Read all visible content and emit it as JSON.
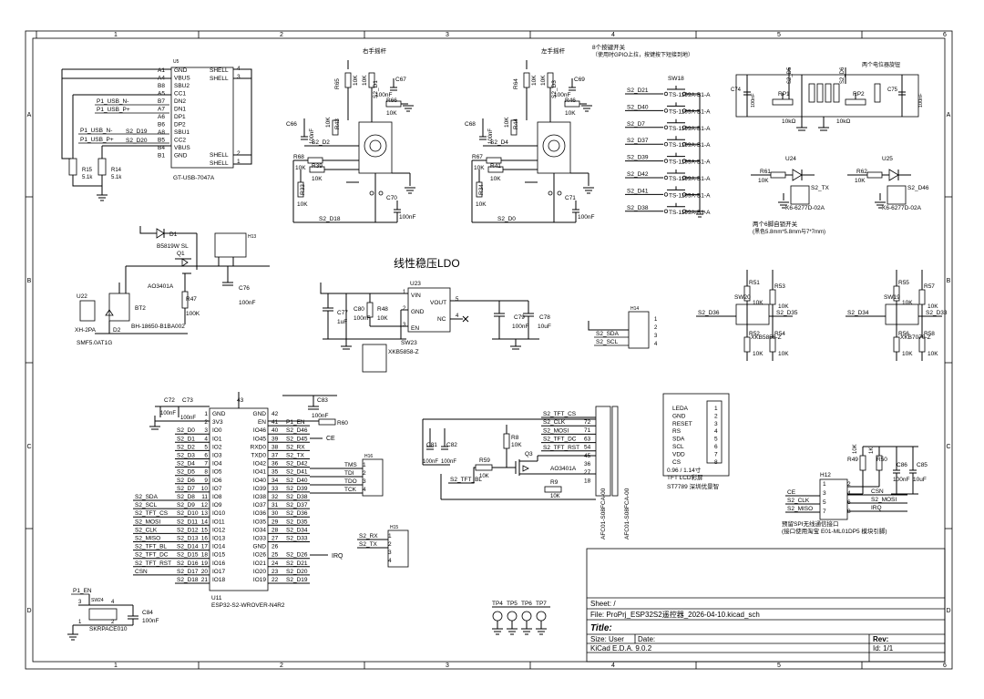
{
  "frame": {
    "col_labels": [
      "1",
      "2",
      "3",
      "4",
      "5",
      "6"
    ],
    "row_labels": [
      "A",
      "B",
      "C",
      "D"
    ]
  },
  "titleblock": {
    "sheet": "Sheet: /",
    "file": "File: ProPrj_ESP32S2遥控器_2026-04-10.kicad_sch",
    "title_label": "Title:",
    "size": "Size: User",
    "date": "Date:",
    "rev": "Rev:",
    "tool": "KiCad E.D.A. 9.0.2",
    "id": "Id: 1/1"
  },
  "usb": {
    "ref": "U5",
    "part": "GT-USB-7047A",
    "left_pins": [
      {
        "num": "A1",
        "name": "GND"
      },
      {
        "num": "A4",
        "name": "VBUS"
      },
      {
        "num": "B8",
        "name": "SBU2"
      },
      {
        "num": "A5",
        "name": "CC1"
      },
      {
        "num": "B7",
        "name": "DN2"
      },
      {
        "num": "A7",
        "name": "DN1"
      },
      {
        "num": "A6",
        "name": "DP1"
      },
      {
        "num": "B6",
        "name": "DP2"
      },
      {
        "num": "A8",
        "name": "SBU1"
      },
      {
        "num": "B5",
        "name": "CC2"
      },
      {
        "num": "B4",
        "name": "VBUS"
      },
      {
        "num": "B1",
        "name": "GND"
      }
    ],
    "right_pins": [
      {
        "num": "4",
        "name": "SHELL"
      },
      {
        "num": "3",
        "name": "SHELL"
      },
      {
        "num": "2",
        "name": "SHELL"
      },
      {
        "num": "1",
        "name": "SHELL"
      }
    ],
    "nets": [
      "P1_USB_N-",
      "P1_USB_P+",
      "P1_USB_N-",
      "P1_USB_P+",
      "S2_D19",
      "S2_D20"
    ],
    "r15": "R15",
    "r15_val": "5.1k",
    "r14": "R14",
    "r14_val": "5.1k"
  },
  "joysticks": [
    {
      "title": "右手摇杆",
      "c_a": "C67",
      "c_b": "C66",
      "c_sw": "C70",
      "r_a": "R65",
      "r_b": "R43",
      "r_c": "R66",
      "r_d": "R68",
      "r_e": "R39",
      "r_f": "R33",
      "net_x": "S2_D1",
      "net_y": "S2_D2",
      "net_sw": "S2_D18",
      "val_r": "10K",
      "val_c": "100nF"
    },
    {
      "title": "左手摇杆",
      "c_a": "C69",
      "c_b": "C68",
      "c_sw": "C71",
      "r_a": "R64",
      "r_b": "R44",
      "r_c": "R46",
      "r_d": "R67",
      "r_e": "R41",
      "r_f": "R34",
      "net_x": "S2_D3",
      "net_y": "S2_D4",
      "net_sw": "S2_D0",
      "val_r": "10K",
      "val_c": "100nF"
    }
  ],
  "buttons": {
    "title": "8个按键开关",
    "note": "（使用时GPIO上拉，按键按下短接到地）",
    "ref_top": "SW18",
    "part": "TS-1199A-B1-A",
    "nets": [
      "S2_D21",
      "S2_D40",
      "S2_D7",
      "S2_D37",
      "S2_D39",
      "S2_D42",
      "S2_D41",
      "S2_D38"
    ]
  },
  "pots": {
    "title": "两个电位器旋钮",
    "items": [
      {
        "ref": "RP1",
        "val": "10kΩ",
        "cap": "C74",
        "cap_val": "100nF",
        "net": "S2_D5"
      },
      {
        "ref": "RP2",
        "val": "10kΩ",
        "cap": "C75",
        "cap_val": "100nF",
        "net": "S2_D6"
      }
    ]
  },
  "toggles": {
    "title": "两个6脚自锁开关",
    "note": "(黑色5.8mm*5.8mm与7*7mm)",
    "items": [
      {
        "ref": "U24",
        "res": "R61",
        "val": "10K",
        "net": "S2_TX",
        "part": "K6-6277D-02A"
      },
      {
        "ref": "U25",
        "res": "R62",
        "val": "10K",
        "net": "S2_D46",
        "part": "K6-6277D-02A"
      }
    ]
  },
  "power": {
    "d1": "D1",
    "d1_part": "B5819W SL",
    "q1": "Q1",
    "q1_part": "AO3401A",
    "r47": "R47",
    "r47_val": "100K",
    "u22": "U22",
    "u22_part": "XH-2PA",
    "bt2": "BT2",
    "bt2_part": "BH-18650-B1BA002",
    "d2": "D2",
    "d2_part": "SMF5.0AT1G",
    "c76": "C76",
    "c76_val": "100nF",
    "h13": "H13"
  },
  "ldo": {
    "title": "线性稳压LDO",
    "ref": "U23",
    "pins": [
      "VIN",
      "GND",
      "EN",
      "VOUT",
      "NC"
    ],
    "pin_nums": [
      "1",
      "2",
      "3",
      "5",
      "4"
    ],
    "c77": "C77",
    "c77_val": "1uF",
    "c80": "C80",
    "c80_val": "100nF",
    "r48": "R48",
    "r48_val": "10K",
    "c79": "C79",
    "c79_val": "100nF",
    "c78": "C78",
    "c78_val": "10uF",
    "sw23": "SW23",
    "sw23_part": "XKB5858-Z"
  },
  "uart_header": {
    "ref": "H14",
    "nets": [
      "S2_SDA",
      "S2_SCL"
    ],
    "pins": [
      "1",
      "2",
      "3",
      "4"
    ]
  },
  "small_switches": [
    {
      "ref": "SW20",
      "part": "XKB5858-Z",
      "r_a": "R51",
      "r_b": "R53",
      "r_c": "R52",
      "r_d": "R54",
      "val": "10K",
      "nets": [
        "S2_D36",
        "S2_D35"
      ]
    },
    {
      "ref": "SW19",
      "part": "XKB7070-Z",
      "r_a": "R55",
      "r_b": "R57",
      "r_c": "R56",
      "r_d": "R58",
      "val": "10K",
      "nets": [
        "S2_D34",
        "S2_D33"
      ]
    }
  ],
  "mcu": {
    "ref": "U11",
    "part": "ESP32-S2-WROVER-N4R2",
    "left_pins": [
      {
        "num": "1",
        "name": "GND"
      },
      {
        "num": "2",
        "name": "3V3"
      },
      {
        "num": "3",
        "name": "IO0"
      },
      {
        "num": "4",
        "name": "IO1"
      },
      {
        "num": "5",
        "name": "IO2"
      },
      {
        "num": "6",
        "name": "IO3"
      },
      {
        "num": "7",
        "name": "IO4"
      },
      {
        "num": "8",
        "name": "IO5"
      },
      {
        "num": "9",
        "name": "IO6"
      },
      {
        "num": "10",
        "name": "IO7"
      },
      {
        "num": "11",
        "name": "IO8"
      },
      {
        "num": "12",
        "name": "IO9"
      },
      {
        "num": "13",
        "name": "IO10"
      },
      {
        "num": "14",
        "name": "IO11"
      },
      {
        "num": "15",
        "name": "IO12"
      },
      {
        "num": "16",
        "name": "IO13"
      },
      {
        "num": "17",
        "name": "IO14"
      },
      {
        "num": "18",
        "name": "IO15"
      },
      {
        "num": "19",
        "name": "IO16"
      },
      {
        "num": "20",
        "name": "IO17"
      },
      {
        "num": "21",
        "name": "IO18"
      }
    ],
    "right_pins": [
      {
        "num": "42",
        "name": "GND"
      },
      {
        "num": "41",
        "name": "EN"
      },
      {
        "num": "40",
        "name": "IO46"
      },
      {
        "num": "39",
        "name": "IO45"
      },
      {
        "num": "38",
        "name": "RXD0"
      },
      {
        "num": "37",
        "name": "TXD0"
      },
      {
        "num": "36",
        "name": "IO42"
      },
      {
        "num": "35",
        "name": "IO41"
      },
      {
        "num": "34",
        "name": "IO40"
      },
      {
        "num": "33",
        "name": "IO39"
      },
      {
        "num": "32",
        "name": "IO38"
      },
      {
        "num": "31",
        "name": "IO37"
      },
      {
        "num": "30",
        "name": "IO36"
      },
      {
        "num": "29",
        "name": "IO35"
      },
      {
        "num": "28",
        "name": "IO34"
      },
      {
        "num": "27",
        "name": "IO33"
      },
      {
        "num": "26",
        "name": "GND"
      },
      {
        "num": "25",
        "name": "IO26"
      },
      {
        "num": "24",
        "name": "IO21"
      },
      {
        "num": "23",
        "name": "IO20"
      },
      {
        "num": "22",
        "name": "IO19"
      }
    ],
    "left_nets": [
      "",
      "",
      "S2_D0",
      "S2_D1",
      "S2_D2",
      "S2_D3",
      "S2_D4",
      "S2_D5",
      "S2_D6",
      "S2_D7",
      "S2_D8",
      "S2_D9",
      "S2_D10",
      "S2_D11",
      "S2_D12",
      "S2_D13",
      "S2_D14",
      "S2_D15",
      "S2_D16",
      "S2_D17",
      "S2_D18"
    ],
    "right_nets": [
      "",
      "P1_EN",
      "S2_D46",
      "S2_D45",
      "S2_RX",
      "S2_TX",
      "S2_D42",
      "S2_D41",
      "S2_D40",
      "S2_D39",
      "S2_D38",
      "S2_D37",
      "S2_D36",
      "S2_D35",
      "S2_D34",
      "S2_D33",
      "",
      "S2_D26",
      "S2_D21",
      "S2_D20",
      "S2_D19"
    ],
    "func_nets": [
      "S2_SDA",
      "S2_SCL",
      "S2_TFT_CS",
      "S2_MOSI",
      "S2_CLK",
      "S2_MISO",
      "S2_TFT_BL",
      "S2_TFT_DC",
      "S2_TFT_RST",
      "CSN"
    ],
    "caps": {
      "c72": "C72",
      "c73": "C73",
      "c83": "C83",
      "r60": "R60",
      "val_c": "100nF",
      "val_r": "10K",
      "gnd_pin": "43"
    },
    "ce": "CE",
    "irq": "IRQ"
  },
  "jtag": {
    "ref": "H16",
    "nets": [
      "TMS",
      "TDI",
      "TDO",
      "TCK"
    ],
    "pins": [
      "1",
      "2",
      "3",
      "4"
    ]
  },
  "uart2": {
    "ref": "H15",
    "nets": [
      "S2_RX",
      "S2_TX"
    ],
    "pins": [
      "1",
      "2",
      "3",
      "4"
    ]
  },
  "tft": {
    "conn": "AFC01-S08FCA-00",
    "nets": [
      "S2_TFT_CS",
      "S2_CLK",
      "S2_MOSI",
      "S2_TFT_DC",
      "S2_TFT_RST"
    ],
    "pin_nums": [
      "72",
      "71",
      "63",
      "54",
      "45",
      "36",
      "27",
      "18"
    ],
    "c81": "C81",
    "c82": "C82",
    "r8": "R8",
    "r59": "R59",
    "r9": "R9",
    "q3": "Q3",
    "q3_part": "AO3401A",
    "net_bl": "S2_TFT_BL",
    "val_c": "100nF",
    "val_r": "10K",
    "pinout": [
      "LEDA",
      "GND",
      "RESET",
      "RS",
      "SDA",
      "SCL",
      "VDD",
      "CS"
    ],
    "pinout_nums": [
      "1",
      "2",
      "3",
      "4",
      "5",
      "6",
      "7",
      "8"
    ],
    "desc1": "0.96 / 1.14寸",
    "desc2": "TFT LCD彩屏",
    "desc3": "ST7789 深圳优景智"
  },
  "spi": {
    "ref": "H12",
    "left_nets": [
      "CE",
      "S2_CLK",
      "S2_MISO"
    ],
    "right_nets": [
      "CSN",
      "S2_MOSI",
      "IRQ"
    ],
    "pins_left": [
      "1",
      "3",
      "5",
      "7"
    ],
    "pins_right": [
      "2",
      "4",
      "6",
      "8"
    ],
    "r49": "R49",
    "r50": "R50",
    "c86": "C86",
    "c85": "C85",
    "vals": [
      "10K",
      "1K",
      "100nF",
      "10uF"
    ],
    "note1": "预留SPI无线通信接口",
    "note2": "(接口使用淘宝 E01-ML01DP5 模块引脚)"
  },
  "reset": {
    "net": "P1_EN",
    "sw": "SW24",
    "part": "SKRPACE010",
    "c84": "C84",
    "c84_val": "100nF",
    "pins": [
      "3",
      "4",
      "1",
      "2"
    ]
  },
  "testpoints": [
    "TP4",
    "TP5",
    "TP6",
    "TP7"
  ]
}
